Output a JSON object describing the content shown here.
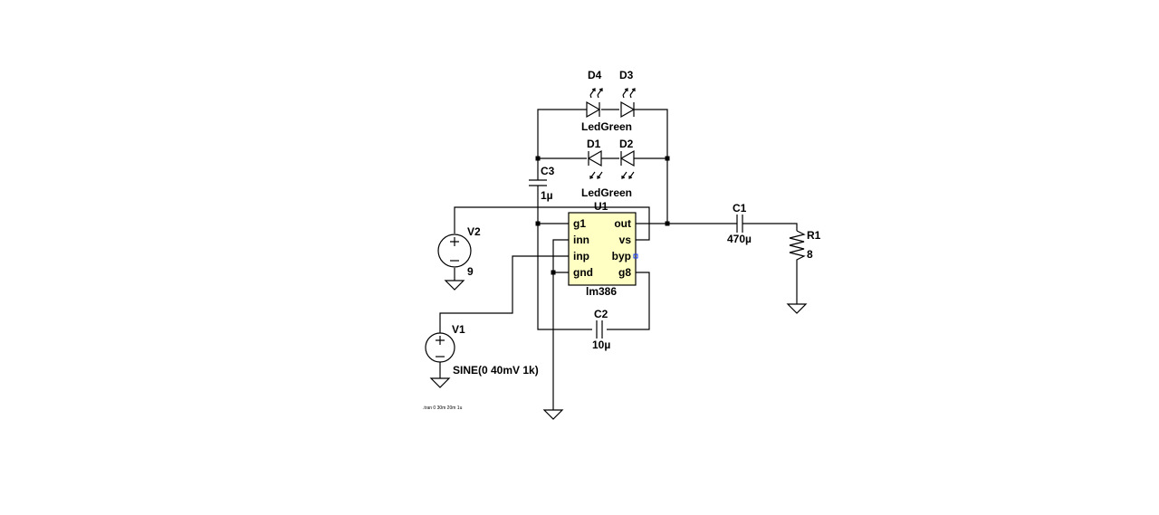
{
  "components": {
    "d4": {
      "ref": "D4"
    },
    "d3": {
      "ref": "D3"
    },
    "d1": {
      "ref": "D1"
    },
    "d2": {
      "ref": "D2"
    },
    "led_top_value": "LedGreen",
    "led_bottom_value": "LedGreen",
    "c3": {
      "ref": "C3",
      "value": "1µ"
    },
    "u1": {
      "ref": "U1",
      "value": "lm386",
      "fill": "#ffffc4",
      "pins": {
        "g1": "g1",
        "inn": "inn",
        "inp": "inp",
        "gnd": "gnd",
        "out": "out",
        "vs": "vs",
        "byp": "byp",
        "g8": "g8"
      }
    },
    "v2": {
      "ref": "V2",
      "value": "9"
    },
    "v1": {
      "ref": "V1",
      "value": "SINE(0 40mV 1k)"
    },
    "c2": {
      "ref": "C2",
      "value": "10µ"
    },
    "c1": {
      "ref": "C1",
      "value": "470µ"
    },
    "r1": {
      "ref": "R1",
      "value": "8"
    }
  },
  "sim_directive": ".tran 0 30m 20m 1u"
}
